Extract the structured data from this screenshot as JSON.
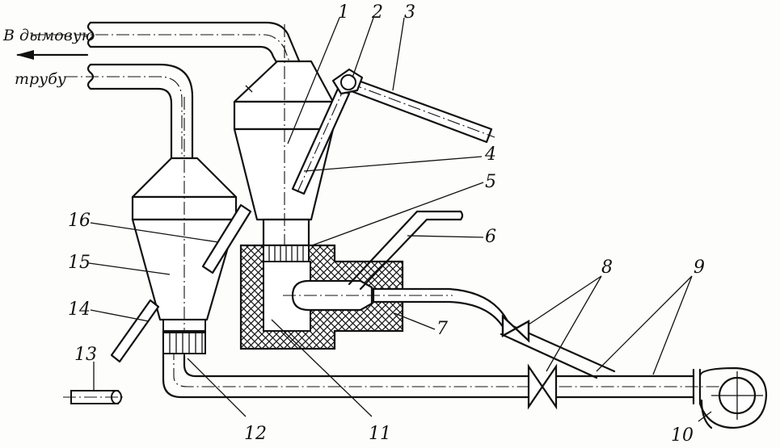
{
  "outlet_caption": {
    "line1": "В дымовую",
    "line2": "трубу"
  },
  "labels": {
    "n1": "1",
    "n2": "2",
    "n3": "3",
    "n4": "4",
    "n5": "5",
    "n6": "6",
    "n7": "7",
    "n8": "8",
    "n9": "9",
    "n10": "10",
    "n11": "11",
    "n12": "12",
    "n13": "13",
    "n14": "14",
    "n15": "15",
    "n16": "16"
  }
}
